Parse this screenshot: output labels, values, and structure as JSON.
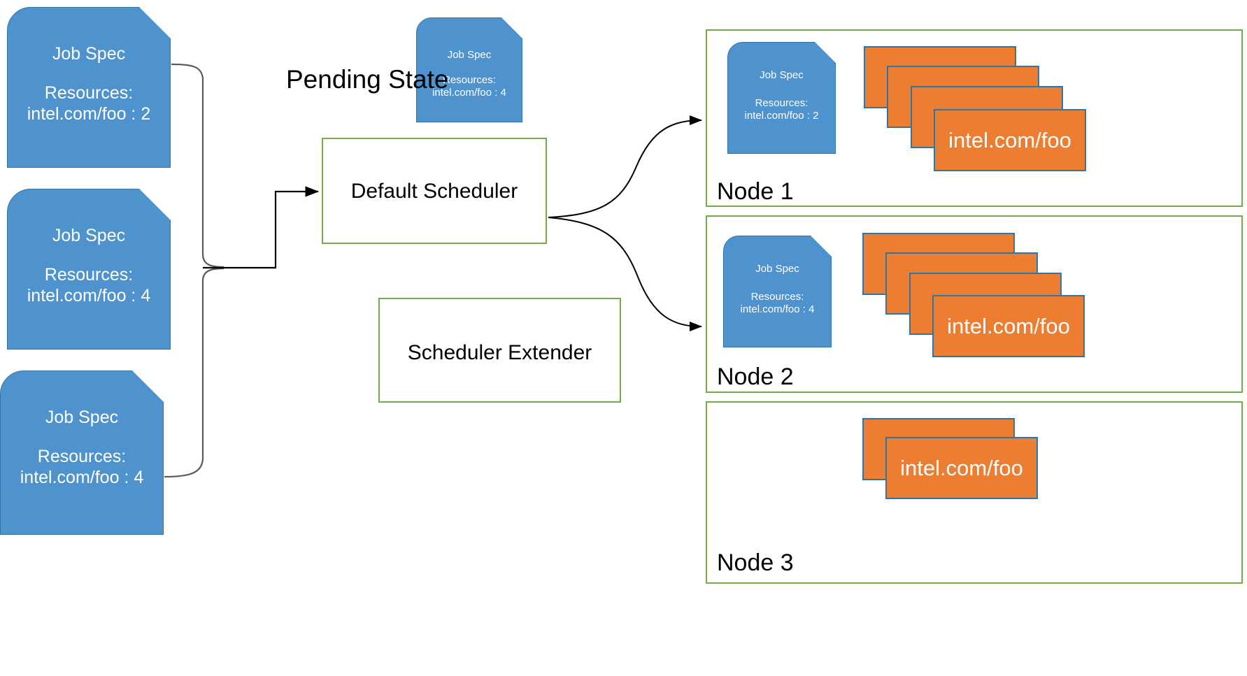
{
  "diagram": {
    "title_labels": {
      "pending_state": "Pending State"
    },
    "colors": {
      "job_spec_fill": "#4F93CE",
      "job_spec_border": "#2E75A8",
      "resource_fill": "#ED7D31",
      "resource_border": "#2E75A8",
      "container_border": "#70AD47",
      "connector": "#404040",
      "background": "#FFFFFF",
      "text_on_fill": "#FFFFFF",
      "text_dark": "#000000"
    }
  },
  "queue": {
    "job_specs": [
      {
        "title": "Job Spec",
        "resources_label": "Resources:",
        "resource": "intel.com/foo : 2"
      },
      {
        "title": "Job Spec",
        "resources_label": "Resources:",
        "resource": "intel.com/foo : 4"
      },
      {
        "title": "Job Spec",
        "resources_label": "Resources:",
        "resource": "intel.com/foo : 4"
      }
    ]
  },
  "pending": {
    "label": "Pending State",
    "job_spec": {
      "title": "Job Spec",
      "resources_label": "Resources:",
      "resource": "intel.com/foo : 4"
    }
  },
  "scheduler": {
    "default_scheduler": "Default Scheduler",
    "scheduler_extender": "Scheduler Extender"
  },
  "nodes": [
    {
      "label": "Node 1",
      "job_spec": {
        "title": "Job Spec",
        "resources_label": "Resources:",
        "resource": "intel.com/foo : 2"
      },
      "resource_card_count": 4,
      "resource_card_label": "intel.com/foo"
    },
    {
      "label": "Node 2",
      "job_spec": {
        "title": "Job Spec",
        "resources_label": "Resources:",
        "resource": "intel.com/foo : 4"
      },
      "resource_card_count": 4,
      "resource_card_label": "intel.com/foo"
    },
    {
      "label": "Node 3",
      "job_spec": null,
      "resource_card_count": 2,
      "resource_card_label": "intel.com/foo"
    }
  ]
}
